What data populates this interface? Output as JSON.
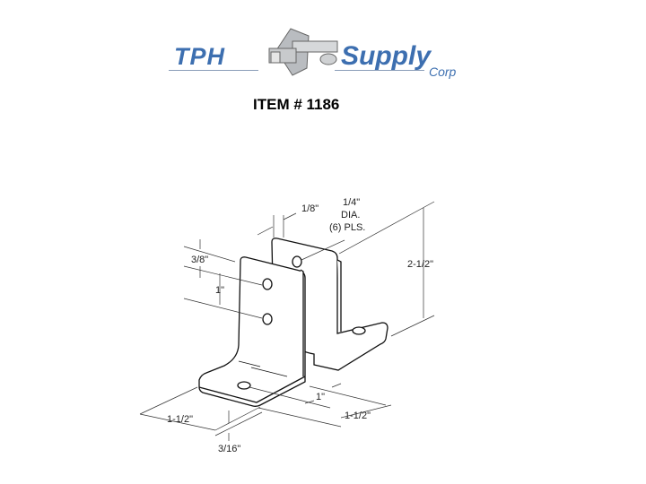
{
  "logo": {
    "text_left": "TPH",
    "text_right": "Supply",
    "subtext": "Corp"
  },
  "title": "ITEM # 1186",
  "dimensions": {
    "thickness_top": "1/8\"",
    "hole_dia_line1": "1/4\"",
    "hole_dia_line2": "DIA.",
    "hole_dia_line3": "(6) PLS.",
    "hole_top_offset": "3/8\"",
    "hole_spacing": "1\"",
    "height": "2-1/2\"",
    "base_hole_offset": "1\"",
    "base_depth_right": "1-1/2\"",
    "base_width_left": "1-1/2\"",
    "base_thickness": "3/16\""
  }
}
